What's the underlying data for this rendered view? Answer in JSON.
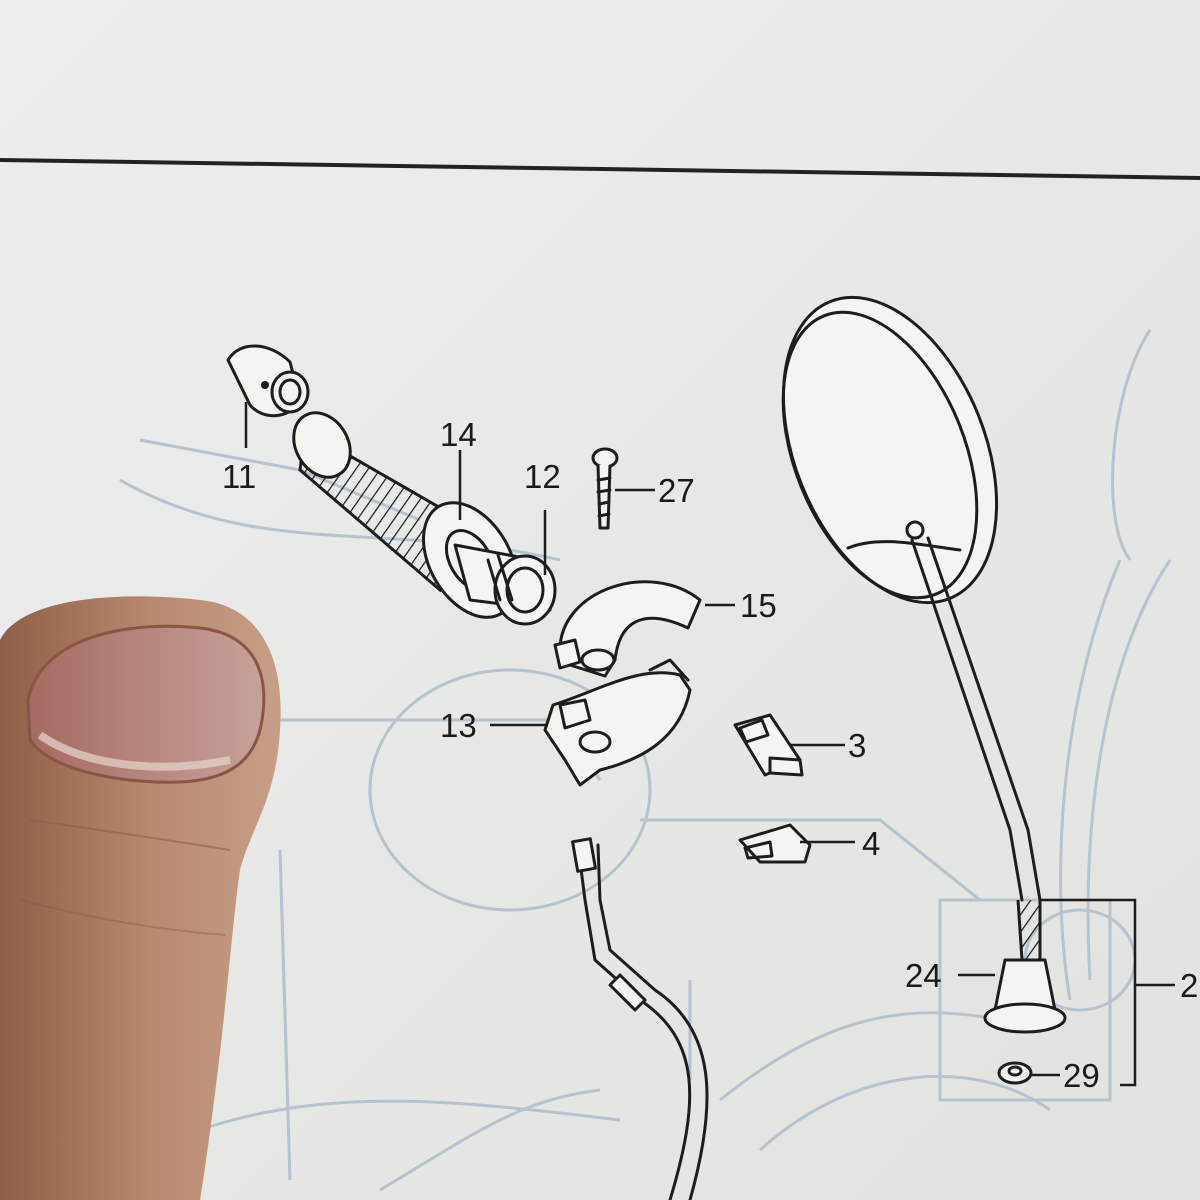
{
  "diagram": {
    "part_numbers": {
      "p11": "11",
      "p14": "14",
      "p12": "12",
      "p27": "27",
      "p15": "15",
      "p13": "13",
      "p3": "3",
      "p4": "4",
      "p24": "24",
      "p29": "29",
      "p2_partial": "2"
    }
  },
  "colors": {
    "paper": "#e7e8e5",
    "ink": "#1d1d1d",
    "background_ghost_lines": "#b7c2cf",
    "thumb_skin": "#b98970"
  },
  "icons": [
    "finger-photo-overlay"
  ]
}
